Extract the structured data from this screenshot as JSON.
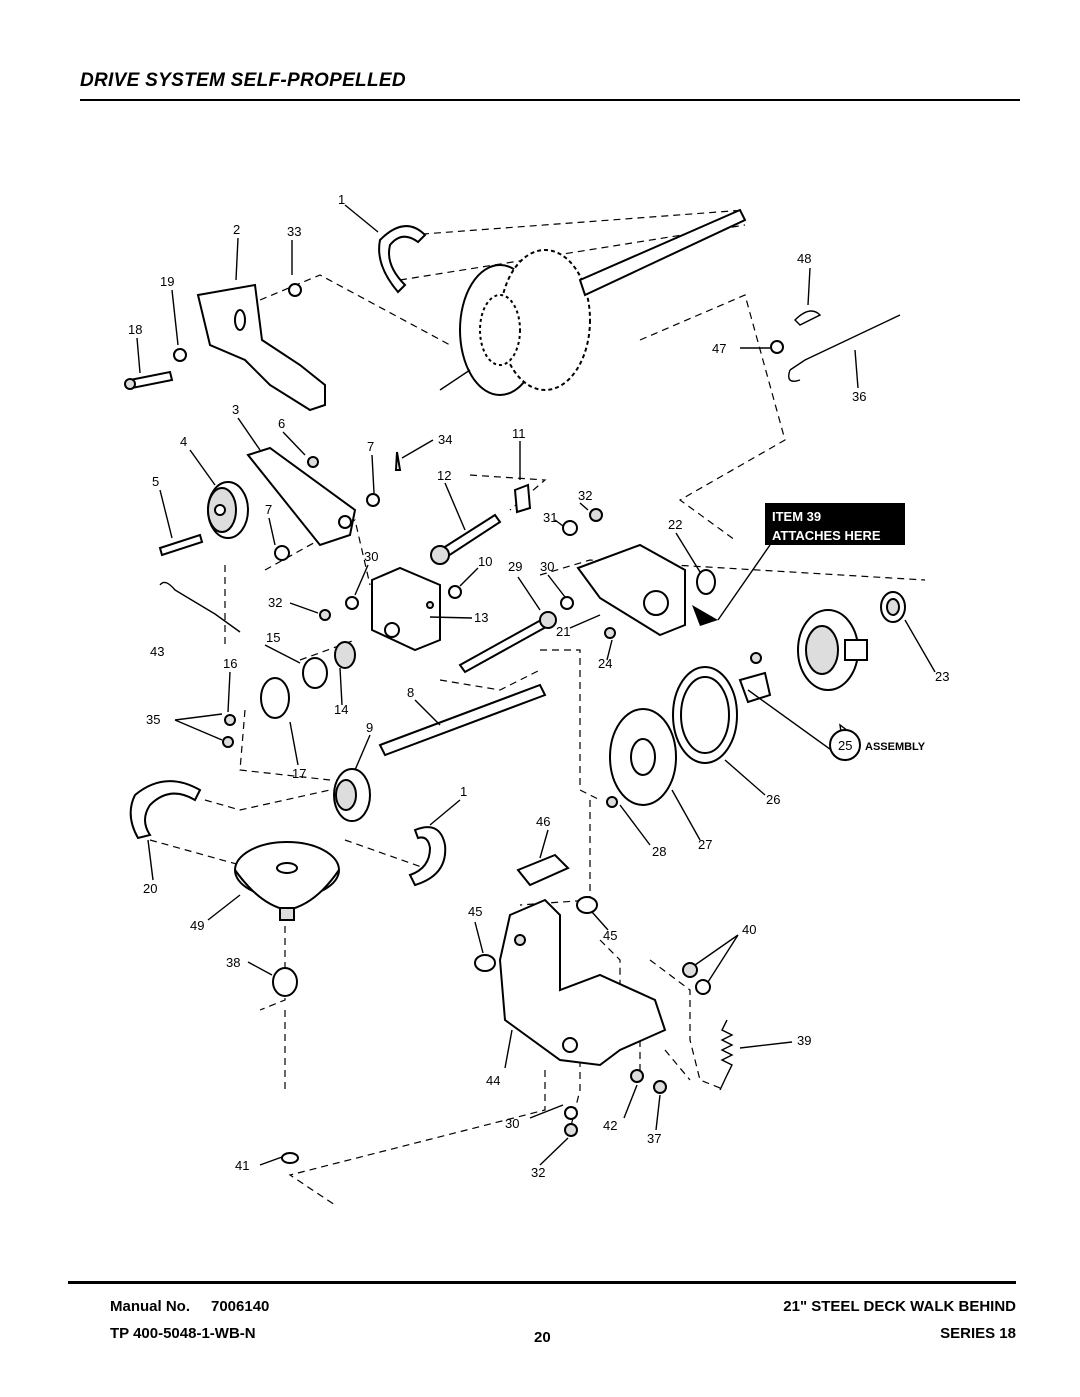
{
  "title": "DRIVE SYSTEM SELF-PROPELLED",
  "callout": {
    "line1": "ITEM 39",
    "line2": "ATTACHES HERE"
  },
  "assembly": {
    "number": "25",
    "label": "ASSEMBLY"
  },
  "labels": {
    "l1a": "1",
    "l2": "2",
    "l33": "33",
    "l19": "19",
    "l18": "18",
    "l48": "48",
    "l47": "47",
    "l36": "36",
    "l3": "3",
    "l6": "6",
    "l4": "4",
    "l7a": "7",
    "l34": "34",
    "l11": "11",
    "l5": "5",
    "l7b": "7",
    "l12": "12",
    "l31": "31",
    "l32a": "32",
    "l22": "22",
    "l30a": "30",
    "l10": "10",
    "l29": "29",
    "l30b": "30",
    "l32b": "32",
    "l13": "13",
    "l21": "21",
    "l43": "43",
    "l15": "15",
    "l24": "24",
    "l23": "23",
    "l16": "16",
    "l8": "8",
    "l35": "35",
    "l14": "14",
    "l9": "9",
    "l17": "17",
    "l1b": "1",
    "l26": "26",
    "l46": "46",
    "l28": "28",
    "l27": "27",
    "l20": "20",
    "l49": "49",
    "l45a": "45",
    "l45b": "45",
    "l40": "40",
    "l38": "38",
    "l39": "39",
    "l44": "44",
    "l30c": "30",
    "l42": "42",
    "l37": "37",
    "l41": "41",
    "l32c": "32"
  },
  "footer": {
    "manual_label": "Manual No.",
    "manual_number": "7006140",
    "product": "21\" STEEL DECK WALK BEHIND",
    "tp_code": "TP 400-5048-1-WB-N",
    "page_number": "20",
    "series": "SERIES 18"
  }
}
